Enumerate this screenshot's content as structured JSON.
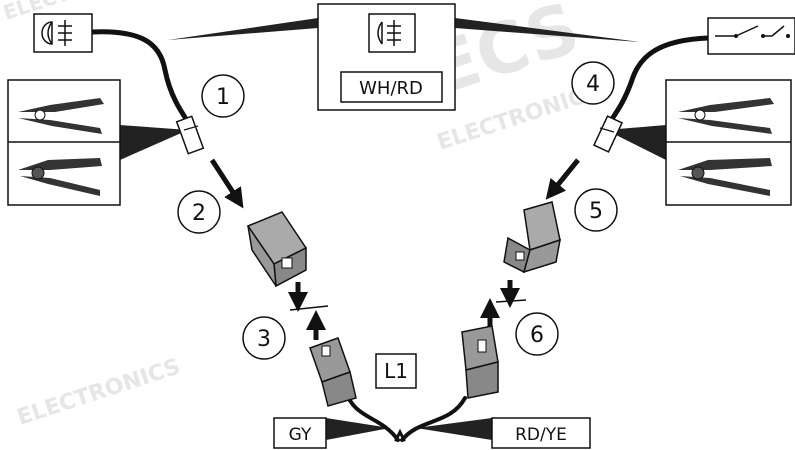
{
  "diagram": {
    "step_numbers": [
      "1",
      "2",
      "3",
      "4",
      "5",
      "6"
    ],
    "wire_labels": {
      "top_center": "WH/RD",
      "bottom_left": "GY",
      "bottom_right": "RD/YE"
    },
    "connector_label": "L1",
    "icons": {
      "left_top": "fog-lamp-icon",
      "center": "fog-lamp-icon",
      "right_top": "switch-icon",
      "left_tools": [
        "crimping-pliers-icon",
        "crimping-tool-icon"
      ],
      "right_tools": [
        "crimping-pliers-icon",
        "crimping-tool-icon"
      ]
    },
    "watermark": {
      "brand_text": "ECS",
      "sub_text": "ELECTRONICS"
    }
  }
}
